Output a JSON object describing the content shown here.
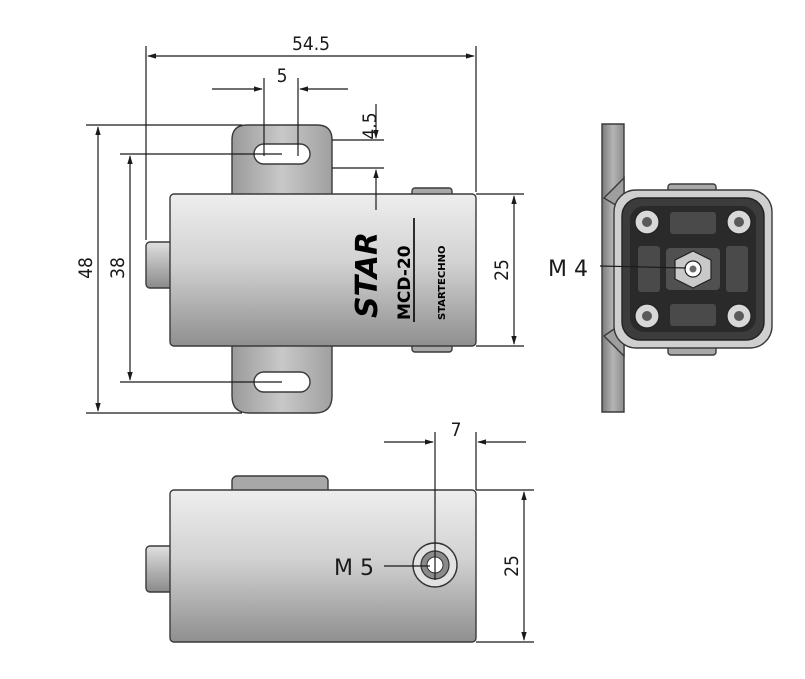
{
  "dimensions": {
    "overall_width": "54.5",
    "slot_width": "5",
    "slot_offset": "4.5",
    "overall_height": "48",
    "slot_spacing": "38",
    "body_height_front": "25",
    "thread_offset": "7",
    "body_height_bottom": "25"
  },
  "labels": {
    "side_thread": "M 4",
    "bottom_thread": "M 5"
  },
  "body_text": {
    "brand": "STAR",
    "model": "MCD-20",
    "maker": "STARTECHNO"
  },
  "colors": {
    "metal_light": "#dcdcdc",
    "metal_dark": "#8a8a8a",
    "dark_face": "#3c3c3c",
    "line": "#1a1a1a"
  }
}
